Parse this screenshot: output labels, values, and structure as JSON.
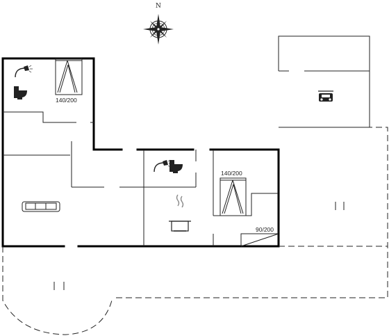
{
  "compass": {
    "label": "N",
    "icon": "compass-rose-icon"
  },
  "rooms": {
    "bedroom_1": {
      "bed_label": "140/200",
      "bed_icon": "double-bed-icon"
    },
    "bedroom_2": {
      "bed_label": "140/200",
      "bed_icon": "double-bed-icon"
    },
    "bedroom_3": {
      "bed_label": "90/200",
      "bed_icon": "single-bed-icon"
    },
    "bathroom_1": {
      "icons": [
        "shower-icon",
        "toilet-icon"
      ]
    },
    "bathroom_2": {
      "icons": [
        "shower-icon",
        "toilet-icon"
      ]
    },
    "living_room": {
      "icon": "sofa-icon"
    },
    "kitchen": {
      "icon": "cooking-pot-icon"
    }
  },
  "carport": {
    "icon": "car-icon"
  },
  "terraces": {
    "count": 2
  },
  "colors": {
    "wall": "#000000",
    "line": "#222222",
    "background": "#ffffff"
  }
}
